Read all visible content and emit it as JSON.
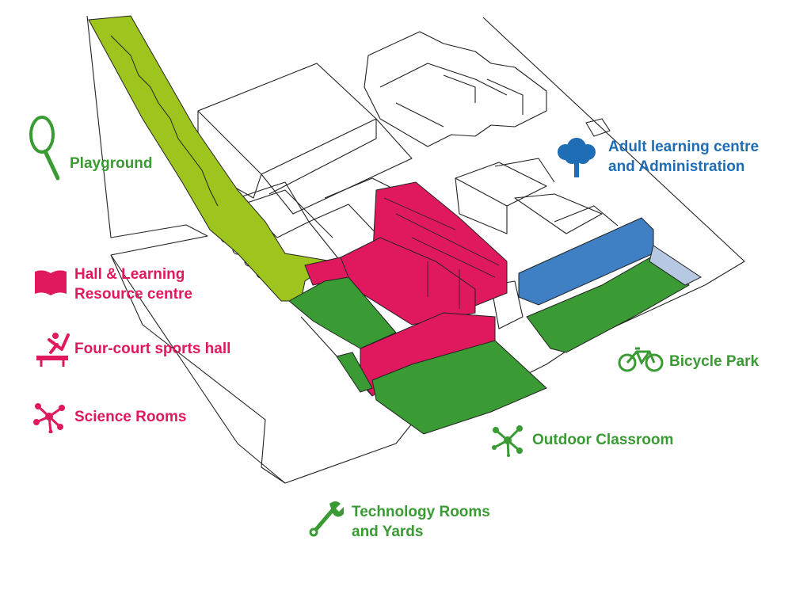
{
  "colors": {
    "green": "#3a9a33",
    "lime": "#9dc51d",
    "pink": "#e0195f",
    "blue": "#3f7fc4",
    "label_blue": "#1f6db5"
  },
  "legend": {
    "playground": {
      "label": "Playground",
      "icon": "tennis-racket-icon"
    },
    "hall": {
      "label": "Hall & Learning\nResource centre",
      "icon": "open-book-icon"
    },
    "sports": {
      "label": "Four-court sports hall",
      "icon": "gymnast-icon"
    },
    "science": {
      "label": "Science Rooms",
      "icon": "molecule-icon"
    },
    "adult": {
      "label": "Adult learning centre\nand Administration",
      "icon": "tree-icon"
    },
    "bicycle": {
      "label": "Bicycle Park",
      "icon": "bicycle-icon"
    },
    "outdoor": {
      "label": "Outdoor Classroom",
      "icon": "molecule-icon"
    },
    "technology": {
      "label": "Technology Rooms\nand Yards",
      "icon": "wrench-icon"
    }
  }
}
